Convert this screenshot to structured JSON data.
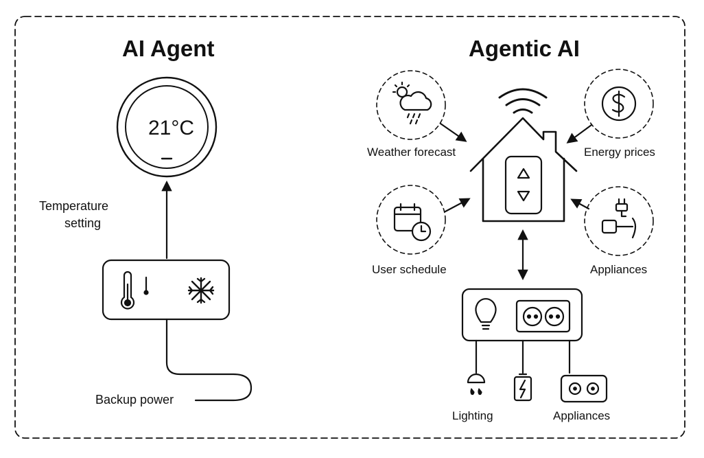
{
  "left": {
    "title": "AI Agent",
    "thermostat_display": "21°C",
    "temperature_label_line1": "Temperature",
    "temperature_label_line2": "setting",
    "backup_label": "Backup power"
  },
  "right": {
    "title": "Agentic AI",
    "inputs": {
      "weather": "Weather forecast",
      "energy": "Energy prices",
      "schedule": "User schedule",
      "appliances": "Appliances"
    },
    "outputs": {
      "lighting": "Lighting",
      "appliances": "Appliances"
    }
  },
  "icons": [
    "thermostat-icon",
    "thermometer-icon",
    "snowflake-icon",
    "sun-cloud-rain-icon",
    "dollar-icon",
    "calendar-clock-icon",
    "plug-icon",
    "wifi-icon",
    "house-icon",
    "lightbulb-icon",
    "power-outlet-icon",
    "lamp-icon",
    "battery-icon"
  ]
}
